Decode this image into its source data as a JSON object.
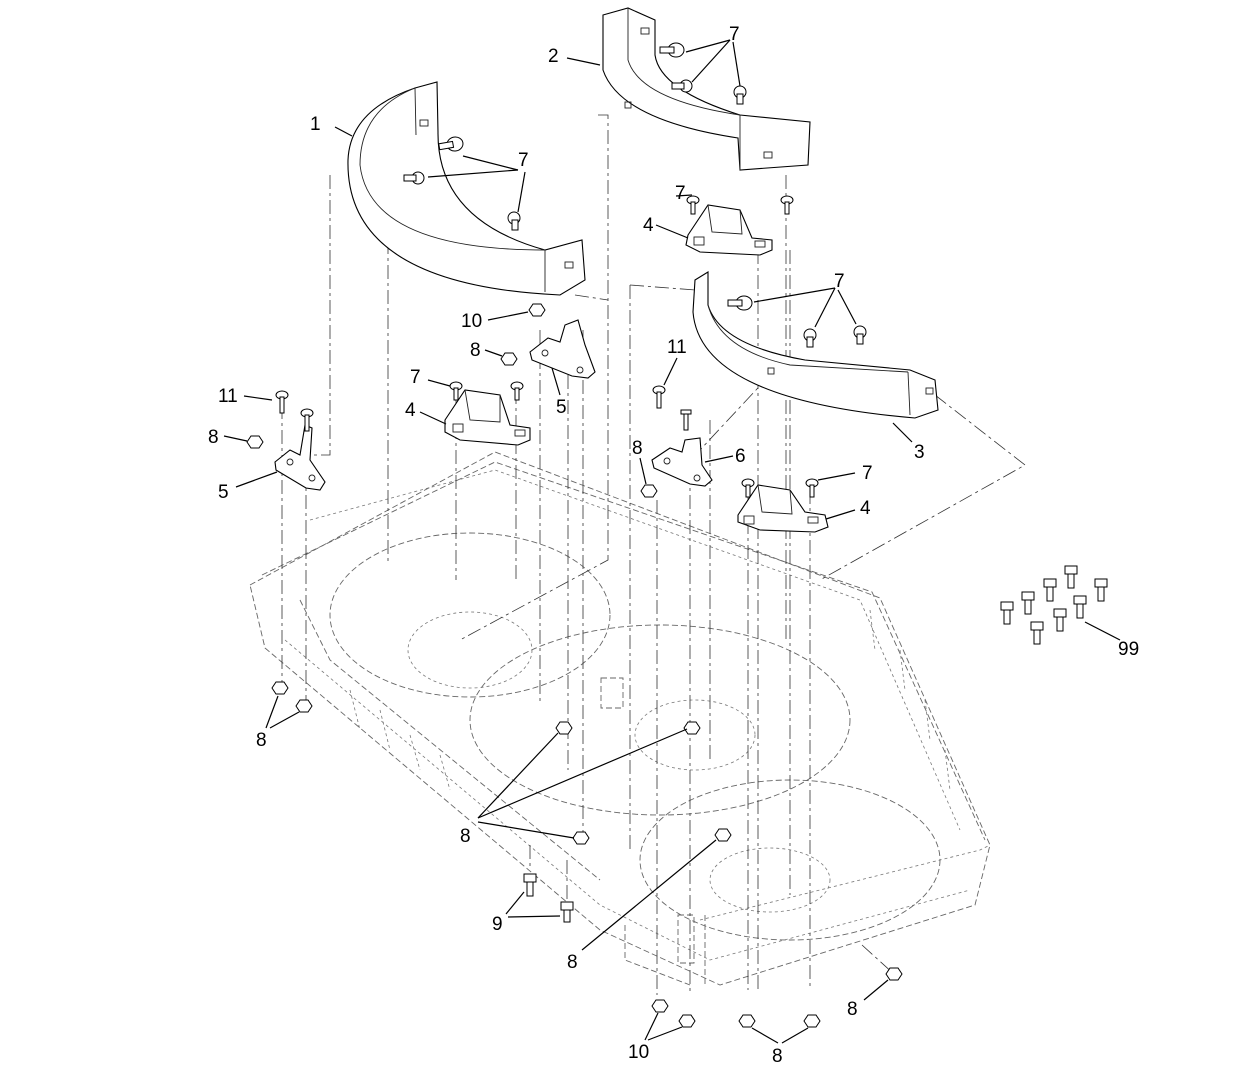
{
  "diagram": {
    "callouts": [
      "1",
      "2",
      "3",
      "4",
      "4",
      "4",
      "5",
      "5",
      "6",
      "7",
      "7",
      "7",
      "7",
      "7",
      "7",
      "8",
      "8",
      "8",
      "8",
      "8",
      "8",
      "8",
      "8",
      "9",
      "10",
      "10",
      "11",
      "11",
      "99"
    ]
  }
}
